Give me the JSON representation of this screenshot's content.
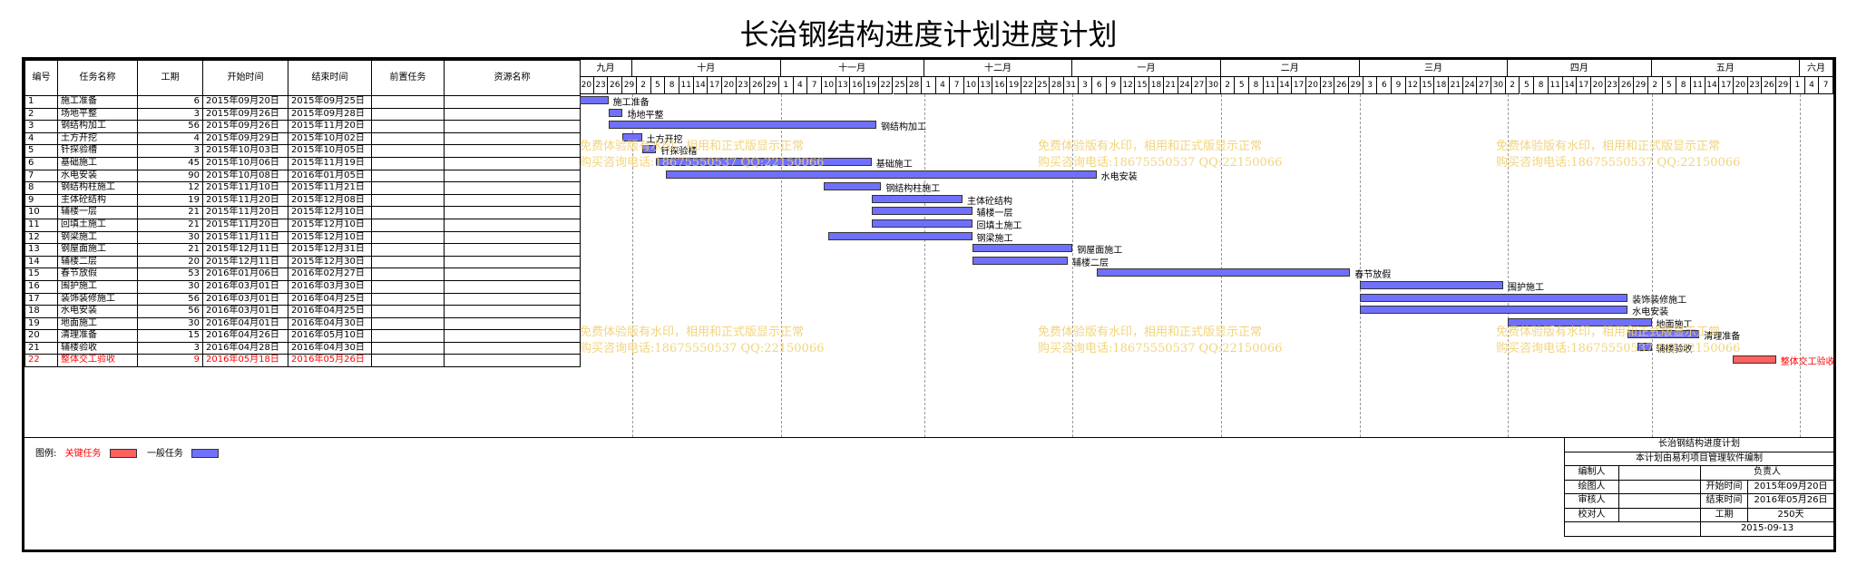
{
  "title": "长治钢结构进度计划进度计划",
  "table": {
    "headers": [
      "编号",
      "任务名称",
      "工期",
      "开始时间",
      "结束时间",
      "前置任务",
      "资源名称"
    ],
    "rows": [
      {
        "id": "1",
        "name": "施工准备",
        "duration": "6",
        "start": "2015年09月20日",
        "end": "2015年09月25日",
        "critical": false,
        "s": 0,
        "d": 6
      },
      {
        "id": "2",
        "name": "场地平整",
        "duration": "3",
        "start": "2015年09月26日",
        "end": "2015年09月28日",
        "critical": false,
        "s": 6,
        "d": 3
      },
      {
        "id": "3",
        "name": "钢结构加工",
        "duration": "56",
        "start": "2015年09月26日",
        "end": "2015年11月20日",
        "critical": false,
        "s": 6,
        "d": 56
      },
      {
        "id": "4",
        "name": "土方开挖",
        "duration": "4",
        "start": "2015年09月29日",
        "end": "2015年10月02日",
        "critical": false,
        "s": 9,
        "d": 4
      },
      {
        "id": "5",
        "name": "钎探验槽",
        "duration": "3",
        "start": "2015年10月03日",
        "end": "2015年10月05日",
        "critical": false,
        "s": 13,
        "d": 3
      },
      {
        "id": "6",
        "name": "基础施工",
        "duration": "45",
        "start": "2015年10月06日",
        "end": "2015年11月19日",
        "critical": false,
        "s": 16,
        "d": 45
      },
      {
        "id": "7",
        "name": "水电安装",
        "duration": "90",
        "start": "2015年10月08日",
        "end": "2016年01月05日",
        "critical": false,
        "s": 18,
        "d": 90
      },
      {
        "id": "8",
        "name": "钢结构柱施工",
        "duration": "12",
        "start": "2015年11月10日",
        "end": "2015年11月21日",
        "critical": false,
        "s": 51,
        "d": 12
      },
      {
        "id": "9",
        "name": "主体砼结构",
        "duration": "19",
        "start": "2015年11月20日",
        "end": "2015年12月08日",
        "critical": false,
        "s": 61,
        "d": 19
      },
      {
        "id": "10",
        "name": "辅楼一层",
        "duration": "21",
        "start": "2015年11月20日",
        "end": "2015年12月10日",
        "critical": false,
        "s": 61,
        "d": 21
      },
      {
        "id": "11",
        "name": "回填土施工",
        "duration": "21",
        "start": "2015年11月20日",
        "end": "2015年12月10日",
        "critical": false,
        "s": 61,
        "d": 21
      },
      {
        "id": "12",
        "name": "钢梁施工",
        "duration": "30",
        "start": "2015年11月11日",
        "end": "2015年12月10日",
        "critical": false,
        "s": 52,
        "d": 30
      },
      {
        "id": "13",
        "name": "钢屋面施工",
        "duration": "21",
        "start": "2015年12月11日",
        "end": "2015年12月31日",
        "critical": false,
        "s": 82,
        "d": 21
      },
      {
        "id": "14",
        "name": "辅楼二层",
        "duration": "20",
        "start": "2015年12月11日",
        "end": "2015年12月30日",
        "critical": false,
        "s": 82,
        "d": 20
      },
      {
        "id": "15",
        "name": "春节放假",
        "duration": "53",
        "start": "2016年01月06日",
        "end": "2016年02月27日",
        "critical": false,
        "s": 108,
        "d": 53
      },
      {
        "id": "16",
        "name": "围护施工",
        "duration": "30",
        "start": "2016年03月01日",
        "end": "2016年03月30日",
        "critical": false,
        "s": 163,
        "d": 30
      },
      {
        "id": "17",
        "name": "装饰装修施工",
        "duration": "56",
        "start": "2016年03月01日",
        "end": "2016年04月25日",
        "critical": false,
        "s": 163,
        "d": 56
      },
      {
        "id": "18",
        "name": "水电安装",
        "duration": "56",
        "start": "2016年03月01日",
        "end": "2016年04月25日",
        "critical": false,
        "s": 163,
        "d": 56
      },
      {
        "id": "19",
        "name": "地面施工",
        "duration": "30",
        "start": "2016年04月01日",
        "end": "2016年04月30日",
        "critical": false,
        "s": 194,
        "d": 30
      },
      {
        "id": "20",
        "name": "清理准备",
        "duration": "15",
        "start": "2016年04月26日",
        "end": "2016年05月10日",
        "critical": false,
        "s": 219,
        "d": 15
      },
      {
        "id": "21",
        "name": "辅楼验收",
        "duration": "3",
        "start": "2016年04月28日",
        "end": "2016年04月30日",
        "critical": false,
        "s": 221,
        "d": 3
      },
      {
        "id": "22",
        "name": "整体交工验收",
        "duration": "9",
        "start": "2016年05月18日",
        "end": "2016年05月26日",
        "critical": true,
        "s": 241,
        "d": 9
      }
    ]
  },
  "timeline": {
    "months": [
      {
        "label": "九月",
        "days": 11
      },
      {
        "label": "十月",
        "days": 31
      },
      {
        "label": "十一月",
        "days": 30
      },
      {
        "label": "十二月",
        "days": 31
      },
      {
        "label": "一月",
        "days": 31
      },
      {
        "label": "二月",
        "days": 29
      },
      {
        "label": "三月",
        "days": 31
      },
      {
        "label": "四月",
        "days": 30
      },
      {
        "label": "五月",
        "days": 31
      },
      {
        "label": "六月",
        "days": 7
      }
    ],
    "day_ticks": [
      "20",
      "23",
      "26",
      "29",
      "2",
      "5",
      "8",
      "11",
      "14",
      "17",
      "20",
      "23",
      "26",
      "29",
      "1",
      "4",
      "7",
      "10",
      "13",
      "16",
      "19",
      "22",
      "25",
      "28",
      "1",
      "4",
      "7",
      "10",
      "13",
      "16",
      "19",
      "22",
      "25",
      "28",
      "31",
      "3",
      "6",
      "9",
      "12",
      "15",
      "18",
      "21",
      "24",
      "27",
      "30",
      "2",
      "5",
      "8",
      "11",
      "14",
      "17",
      "20",
      "23",
      "26",
      "29",
      "3",
      "6",
      "9",
      "12",
      "15",
      "18",
      "21",
      "24",
      "27",
      "30",
      "2",
      "5",
      "8",
      "11",
      "14",
      "17",
      "20",
      "23",
      "26",
      "29",
      "2",
      "5",
      "8",
      "11",
      "14",
      "17",
      "20",
      "23",
      "26",
      "29",
      "1",
      "4",
      "7"
    ]
  },
  "watermark": {
    "line1": "免费体验版有水印，相用和正式版显示正常",
    "line2": "购买咨询电话:18675550537 QQ:22150066"
  },
  "legend": {
    "label": "图例:",
    "critical": "关键任务",
    "normal": "一般任务",
    "critical_color": "#ff6060",
    "normal_color": "#7070ff"
  },
  "info": {
    "plan_name": "长治钢结构进度计划",
    "software_note": "本计划由易利项目管理软件编制",
    "editor_label": "编制人",
    "owner_label": "负责人",
    "drawer_label": "绘图人",
    "start_label": "开始时间",
    "start_value": "2015年09月20日",
    "reviewer_label": "审核人",
    "end_label": "结束时间",
    "end_value": "2016年05月26日",
    "checker_label": "校对人",
    "duration_label": "工期",
    "duration_value": "250天",
    "date": "2015-09-13"
  }
}
